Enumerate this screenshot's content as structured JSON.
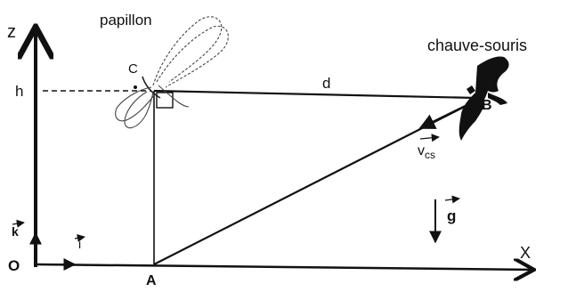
{
  "labels": {
    "z_axis": "z",
    "x_axis": "X",
    "origin": "O",
    "point_a": "A",
    "point_b": "B",
    "point_c": "C",
    "height": "h",
    "distance": "d",
    "butterfly": "papillon",
    "bat": "chauve-souris",
    "unit_i": "i",
    "unit_k": "k",
    "velocity": "v",
    "velocity_sub": "cs",
    "gravity": "g"
  },
  "icons": {
    "butterfly": "butterfly-sketch",
    "bat": "bat-silhouette"
  }
}
